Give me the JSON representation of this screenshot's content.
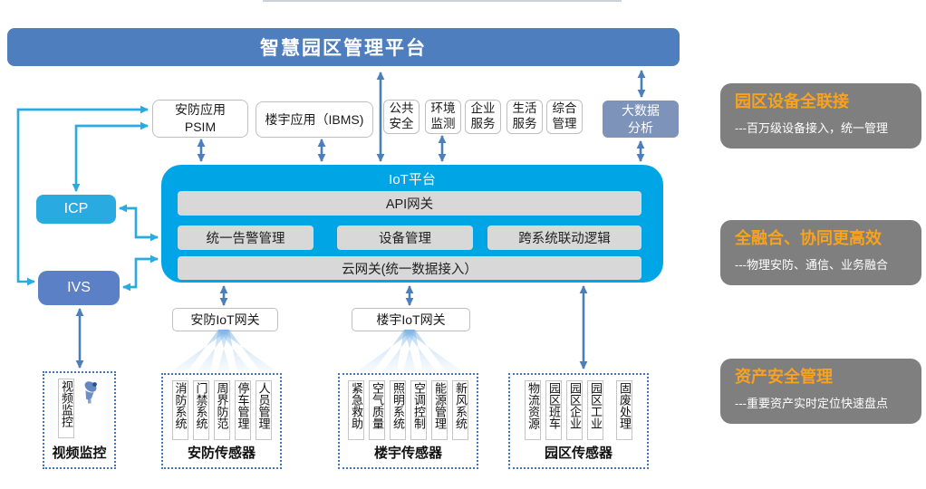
{
  "banner": {
    "title": "智慧园区管理平台"
  },
  "top_apps": {
    "psim_l1": "安防应用",
    "psim_l2": "PSIM",
    "ibms": "楼宇应用（IBMS)",
    "small": [
      {
        "l1": "公共",
        "l2": "安全"
      },
      {
        "l1": "环境",
        "l2": "监测"
      },
      {
        "l1": "企业",
        "l2": "服务"
      },
      {
        "l1": "生活",
        "l2": "服务"
      },
      {
        "l1": "综合",
        "l2": "管理"
      }
    ],
    "bigdata_l1": "大数据",
    "bigdata_l2": "分析"
  },
  "iot": {
    "title": "IoT平台",
    "api": "API网关",
    "modules": [
      "统一告警管理",
      "设备管理",
      "跨系统联动逻辑"
    ],
    "cloud": "云网关(统一数据接入）"
  },
  "left_nodes": {
    "icp": "ICP",
    "ivs": "IVS"
  },
  "gateways": {
    "security": "安防IoT网关",
    "building": "楼宇IoT网关"
  },
  "sensor_groups": [
    {
      "label": "视频监控",
      "items": [
        "视频监控"
      ]
    },
    {
      "label": "安防传感器",
      "items": [
        "消防系统",
        "门禁系统",
        "周界防范",
        "停车管理",
        "人员管理"
      ]
    },
    {
      "label": "楼宇传感器",
      "items": [
        "紧急救助",
        "空气质量",
        "照明系统",
        "空调控制",
        "能源管理",
        "新风系统"
      ]
    },
    {
      "label": "园区传感器",
      "items": [
        "物流资源",
        "园区班车",
        "园区企业",
        "园区工业",
        "固废处理"
      ]
    }
  ],
  "benefits": [
    {
      "title": "园区设备全联接",
      "desc": "---百万级设备接入，统一管理"
    },
    {
      "title": "全融合、协同更高效",
      "desc": "---物理安防、通信、业务融合"
    },
    {
      "title": "资产安全管理",
      "desc": "---重要资产实时定位快速盘点"
    }
  ],
  "colors": {
    "banner_blue": "#4e7ebd",
    "iot_blue": "#00a5e6",
    "cyan": "#29abe2",
    "ivs_blue": "#5b80c6",
    "bigdata_blue": "#7e93ba",
    "bar_gray": "#d8d8d8",
    "panel_gray": "#7f7f7f",
    "accent_orange": "#f9a21b",
    "arrow_steel": "#4d7ebc"
  }
}
